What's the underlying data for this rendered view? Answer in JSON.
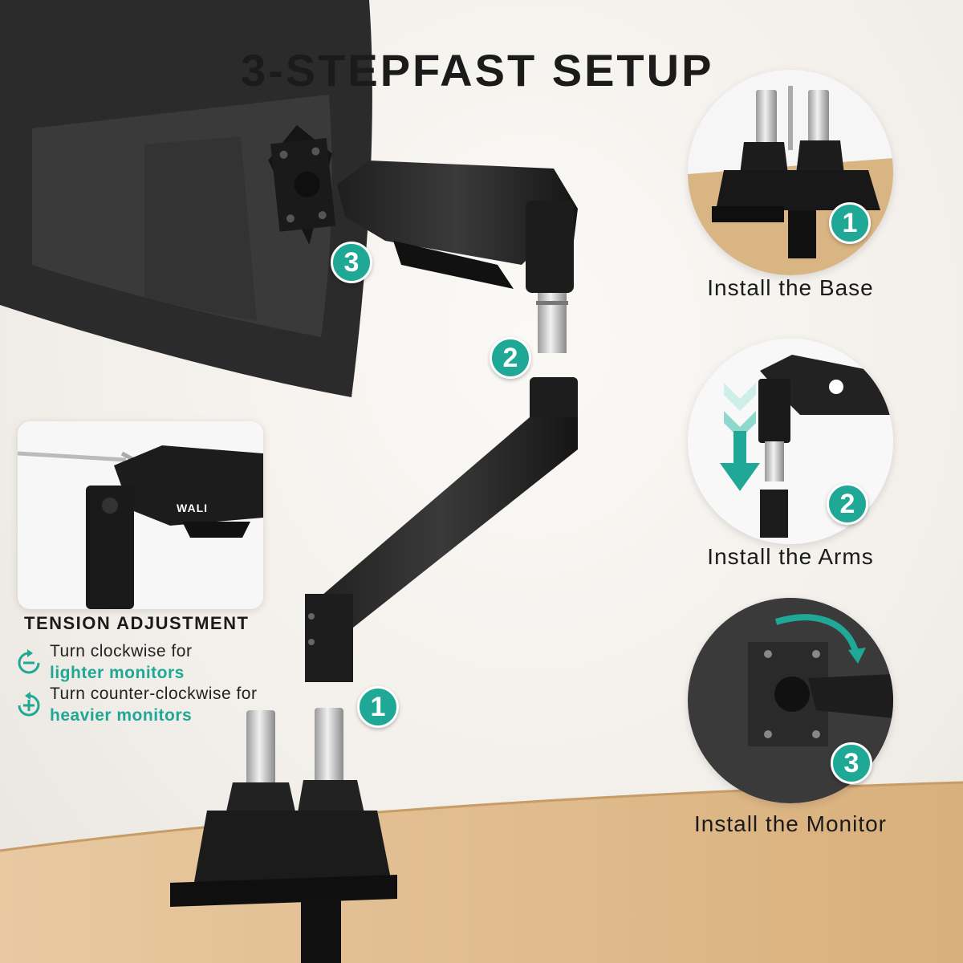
{
  "title": "3-STEPFAST SETUP",
  "brand": "ALI",
  "accent_color": "#1fa895",
  "steps": [
    {
      "number": "1",
      "label": "Install the Base"
    },
    {
      "number": "2",
      "label": "Install the Arms"
    },
    {
      "number": "3",
      "label": "Install the Monitor"
    }
  ],
  "tension": {
    "title": "TENSION ADJUSTMENT",
    "items": [
      {
        "icon": "rotate-clockwise-minus-icon",
        "line1": "Turn clockwise for",
        "line2": "lighter monitors"
      },
      {
        "icon": "rotate-counterclockwise-plus-icon",
        "line1": "Turn counter-clockwise for",
        "line2": "heavier monitors"
      }
    ]
  }
}
